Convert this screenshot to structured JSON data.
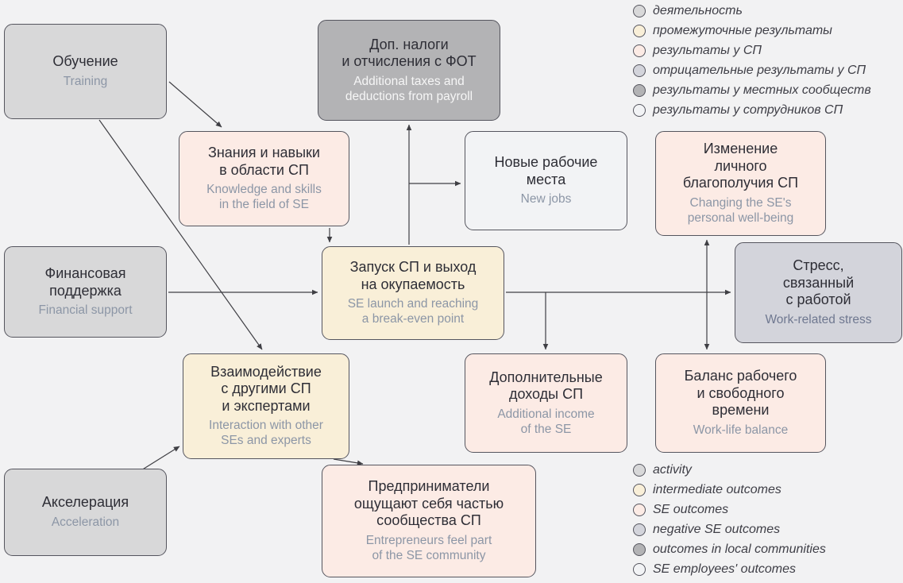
{
  "nodes": {
    "training": {
      "category": "activity",
      "title": "Обучение",
      "subtitle": "Training"
    },
    "payroll_taxes": {
      "category": "local_communities",
      "title": "Доп. налоги\nи отчисления с ФОТ",
      "subtitle": "Additional taxes and\ndeductions from payroll"
    },
    "knowledge": {
      "category": "se_outcomes",
      "title": "Знания и навыки\nв области СП",
      "subtitle": "Knowledge and skills\nin the field of SE"
    },
    "new_jobs": {
      "category": "se_employees",
      "title": "Новые рабочие\nместа",
      "subtitle": "New jobs"
    },
    "wellbeing": {
      "category": "se_outcomes",
      "title": "Изменение\nличного\nблагополучия СП",
      "subtitle": "Changing the SE's\npersonal well-being"
    },
    "financial_support": {
      "category": "activity",
      "title": "Финансовая\nподдержка",
      "subtitle": "Financial support"
    },
    "launch": {
      "category": "intermediate",
      "title": "Запуск СП и выход\nна окупаемость",
      "subtitle": "SE launch and reaching\na break-even point"
    },
    "stress": {
      "category": "negative_se",
      "title": "Стресс,\nсвязанный\nс работой",
      "subtitle": "Work-related stress"
    },
    "interaction": {
      "category": "intermediate",
      "title": "Взаимодействие\nс другими СП\nи экспертами",
      "subtitle": "Interaction with other\nSEs and experts"
    },
    "income": {
      "category": "se_outcomes",
      "title": "Дополнительные\nдоходы СП",
      "subtitle": "Additional income\nof the SE"
    },
    "balance": {
      "category": "se_outcomes",
      "title": "Баланс рабочего\nи свободного\nвремени",
      "subtitle": "Work-life balance"
    },
    "acceleration": {
      "category": "activity",
      "title": "Акселерация",
      "subtitle": "Acceleration"
    },
    "community": {
      "category": "se_outcomes",
      "title": "Предприниматели\nощущают себя частью\nсообщества СП",
      "subtitle": "Entrepreneurs feel part\nof the SE community"
    }
  },
  "legend_ru": {
    "items": [
      "деятельность",
      "промежуточные результаты",
      "результаты у СП",
      "отрицательные результаты у СП",
      "результаты у местных сообществ",
      "результаты у сотрудников СП"
    ]
  },
  "legend_en": {
    "items": [
      "activity",
      "intermediate outcomes",
      "SE outcomes",
      "negative SE outcomes",
      "outcomes in local communities",
      "SE employees' outcomes"
    ]
  },
  "colors": {
    "activity": "#d8d8d9",
    "intermediate": "#f9efd8",
    "se_outcomes": "#fcebe5",
    "negative_se": "#d3d4db",
    "local_communities": "#b3b3b5",
    "se_employees": "#f2f3f5",
    "border": "#55555e",
    "arrow": "#3f3f44",
    "background": "#f2f2f3",
    "title_text": "#2e2e36",
    "subtitle_text": "#8c96a6"
  },
  "edges": [
    {
      "from": "training",
      "to": "knowledge"
    },
    {
      "from": "training",
      "to": "interaction"
    },
    {
      "from": "knowledge",
      "to": "launch"
    },
    {
      "from": "financial_support",
      "to": "launch"
    },
    {
      "from": "acceleration",
      "to": "interaction"
    },
    {
      "from": "interaction",
      "to": "community"
    },
    {
      "from": "launch",
      "to": "payroll_taxes"
    },
    {
      "from": "launch",
      "to": "new_jobs"
    },
    {
      "from": "launch",
      "to": "stress"
    },
    {
      "from": "launch",
      "to": "income"
    },
    {
      "from": "launch",
      "to": "wellbeing"
    },
    {
      "from": "launch",
      "to": "balance"
    }
  ]
}
